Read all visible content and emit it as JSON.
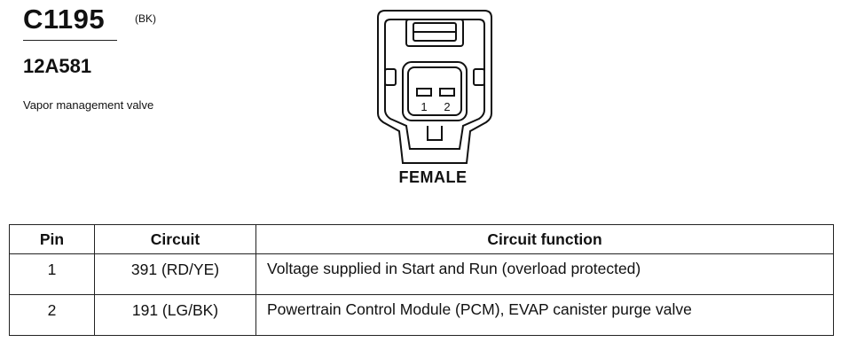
{
  "connector": {
    "id": "C1195",
    "color": "(BK)",
    "part_number": "12A581",
    "description": "Vapor management valve",
    "view": "FEMALE",
    "pin_labels": [
      "1",
      "2"
    ]
  },
  "table": {
    "headers": {
      "pin": "Pin",
      "circuit": "Circuit",
      "function": "Circuit function"
    },
    "rows": [
      {
        "pin": "1",
        "circuit": "391 (RD/YE)",
        "function": "Voltage supplied in Start and Run (overload protected)"
      },
      {
        "pin": "2",
        "circuit": "191 (LG/BK)",
        "function": "Powertrain Control Module (PCM), EVAP canister purge valve"
      }
    ]
  }
}
